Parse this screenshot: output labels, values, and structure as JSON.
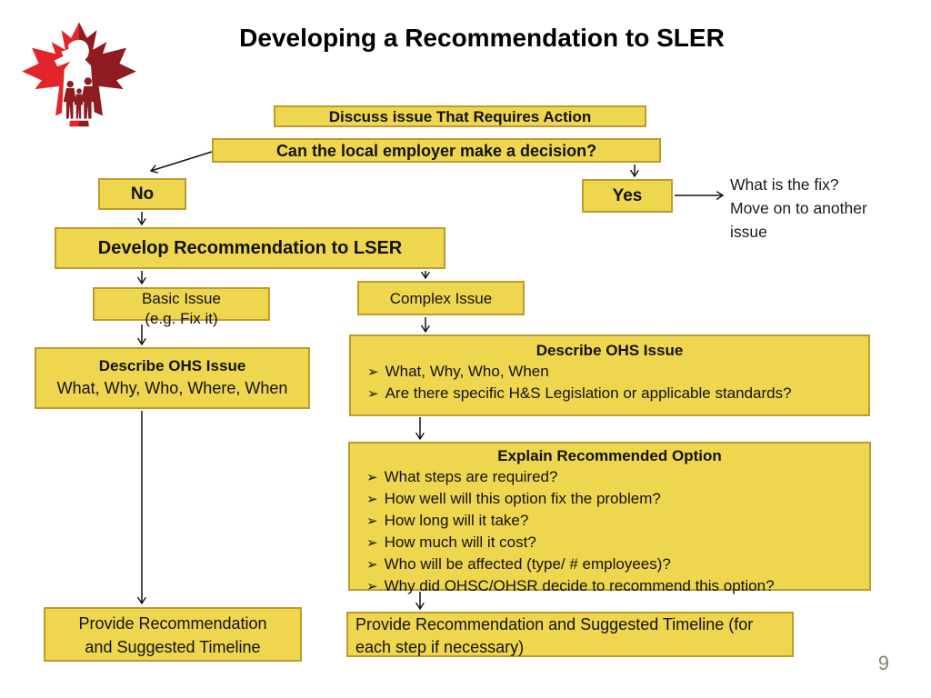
{
  "slide": {
    "title": "Developing a Recommendation to SLER",
    "page_number": "9"
  },
  "colors": {
    "box_fill": "#EED74F",
    "box_border": "#BE9B2D",
    "logo_red_light": "#E2252B",
    "logo_red_dark": "#8E1B20",
    "page_number_color": "#8B8469",
    "arrow_color": "#111111"
  },
  "bullet_char": "➢",
  "nodes": {
    "discuss": {
      "label": "Discuss issue That Requires Action"
    },
    "decision": {
      "label": "Can the local employer make a decision?"
    },
    "no": {
      "label": "No"
    },
    "yes": {
      "label": "Yes"
    },
    "fix_note": {
      "line1": "What is the fix?",
      "line2": "Move on to another",
      "line3": "issue"
    },
    "develop": {
      "label": "Develop Recommendation to LSER"
    },
    "basic": {
      "line1": "Basic Issue",
      "line2": "(e.g. Fix it)"
    },
    "complex": {
      "label": "Complex Issue"
    },
    "describe_basic": {
      "title": "Describe OHS Issue",
      "subtitle": "What, Why, Who, Where, When"
    },
    "describe_complex": {
      "title": "Describe OHS Issue",
      "bullets": [
        "What, Why, Who, When",
        "Are there specific H&S Legislation or applicable standards?"
      ]
    },
    "explain": {
      "title": "Explain Recommended Option",
      "bullets": [
        "What steps are required?",
        "How well will this option fix the problem?",
        "How long will it take?",
        "How much will it cost?",
        "Who will be affected (type/ # employees)?",
        "Why did OHSC/OHSR decide to recommend this option?"
      ]
    },
    "provide_basic": {
      "line1": "Provide Recommendation",
      "line2": "and Suggested Timeline"
    },
    "provide_complex": {
      "label": "Provide Recommendation and Suggested Timeline (for each step if necessary)"
    }
  }
}
